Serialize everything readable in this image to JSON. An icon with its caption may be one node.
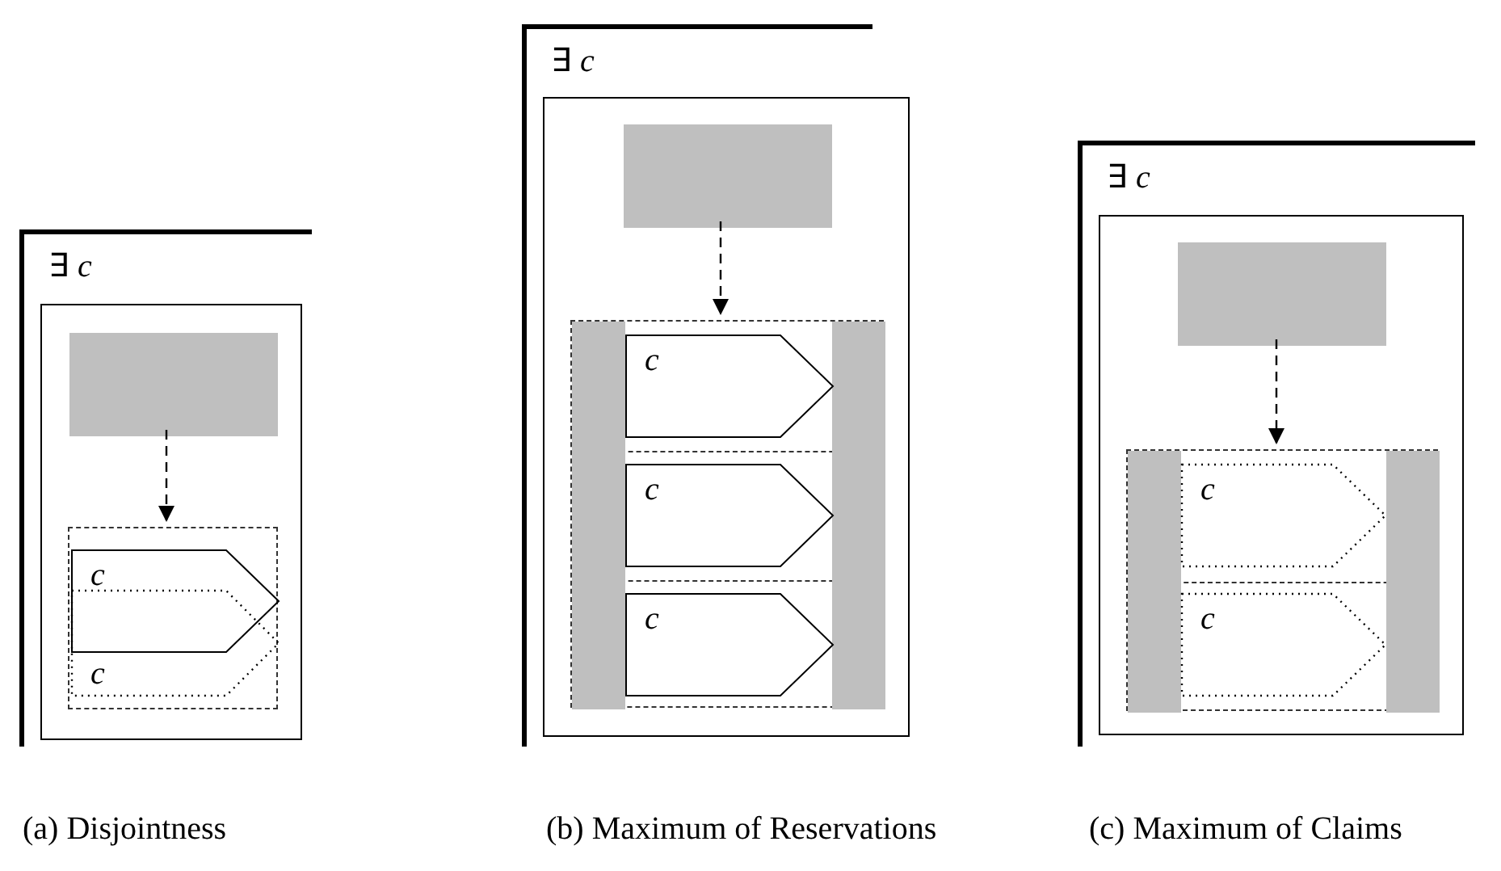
{
  "diagram": {
    "nodes": [
      {
        "text": [
          "∃ *c*"
        ]
      },
      {
        "text": [],
        "shape": "box",
        "in": 0
      },
      {
        "text": [],
        "shape": "box",
        "in": 1
      },
      {
        "text": [],
        "shape": "box",
        "in": 1
      },
      {
        "text": [
          "c"
        ],
        "in": 3
      },
      {
        "text": [
          "c"
        ],
        "in": 3
      },
      {
        "text": [
          "∃ *c*"
        ]
      },
      {
        "text": [],
        "shape": "box",
        "in": 6
      },
      {
        "text": [],
        "shape": "box",
        "in": 7
      },
      {
        "text": [],
        "shape": "box",
        "in": 7
      },
      {
        "text": [],
        "shape": "bar",
        "in": 9
      },
      {
        "text": [],
        "shape": "bar",
        "in": 9
      },
      {
        "text": [
          "c"
        ],
        "in": 9
      },
      {
        "text": [
          "c"
        ],
        "in": 9
      },
      {
        "text": [
          "c"
        ],
        "in": 9
      },
      {
        "text": [
          "∃ *c*"
        ]
      },
      {
        "text": [],
        "shape": "box",
        "in": 15
      },
      {
        "text": [],
        "shape": "box",
        "in": 16
      },
      {
        "text": [],
        "shape": "box",
        "in": 16
      },
      {
        "text": [],
        "shape": "bar",
        "in": 18
      },
      {
        "text": [],
        "shape": "bar",
        "in": 18
      },
      {
        "text": [
          "c"
        ],
        "in": 18
      },
      {
        "text": [
          "c"
        ],
        "in": 18
      }
    ],
    "edges": [
      {
        "from": 2,
        "to": 3,
        "arrow": "to",
        "style": "dashed"
      },
      {
        "from": 8,
        "to": 9,
        "arrow": "to",
        "style": "dashed"
      },
      {
        "from": 17,
        "to": 18,
        "arrow": "to",
        "style": "dashed"
      }
    ],
    "labels": [
      "(a) Disjointness",
      "(b) Maximum of Reservations",
      "(c) Maximum of Claims"
    ]
  }
}
